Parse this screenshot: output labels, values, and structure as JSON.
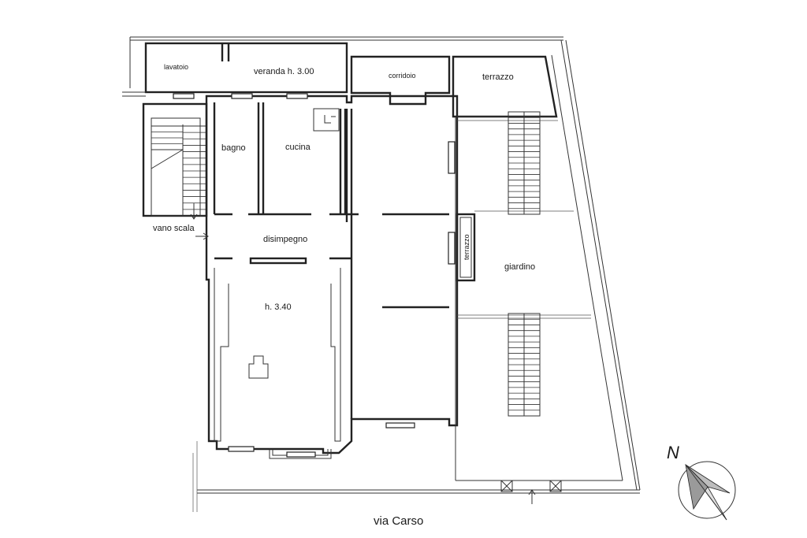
{
  "labels": {
    "lavatoio": "lavatoio",
    "veranda": "veranda  h. 3.00",
    "corridoio": "corridoio",
    "terrazzo_top": "terrazzo",
    "bagno": "bagno",
    "cucina": "cucina",
    "vano_scala": "vano  scala",
    "disimpegno": "disimpegno",
    "h340": "h. 3.40",
    "terrazzo_side": "terrazzo",
    "giardino": "giardino",
    "street": "via  Carso",
    "north": "N"
  }
}
